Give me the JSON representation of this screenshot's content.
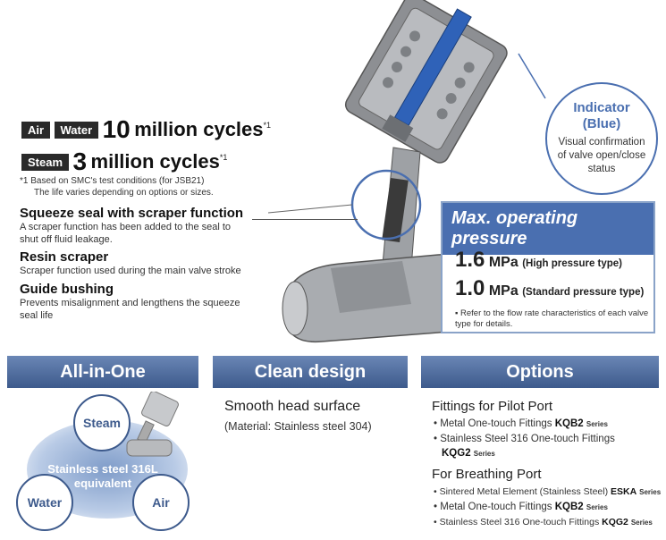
{
  "cycles": {
    "tag_air": "Air",
    "tag_water": "Water",
    "air_water_num": "10",
    "air_water_text": "million cycles",
    "air_water_sup": "*1",
    "tag_steam": "Steam",
    "steam_num": "3",
    "steam_text": "million cycles",
    "steam_sup": "*1",
    "note_line1": "*1  Based on SMC's test conditions (for JSB21)",
    "note_line2": "The life varies depending on options or sizes."
  },
  "features": [
    {
      "title": "Squeeze seal with scraper function",
      "desc1": "A scraper function has been added to the seal to",
      "desc2": "shut off fluid leakage."
    },
    {
      "title": "Resin scraper",
      "desc1": "Scraper function used during the main valve stroke",
      "desc2": ""
    },
    {
      "title": "Guide bushing",
      "desc1": "Prevents misalignment and lengthens the squeeze",
      "desc2": "seal life"
    }
  ],
  "indicator": {
    "title1": "Indicator",
    "title2": "(Blue)",
    "desc1": "Visual confirmation",
    "desc2": "of valve open/close",
    "desc3": "status"
  },
  "pressure": {
    "heading": "Max. operating pressure",
    "high_num": "1.6",
    "high_unit": "MPa",
    "high_desc": "(High pressure type)",
    "std_num": "1.0",
    "std_unit": "MPa",
    "std_desc": "(Standard pressure type)",
    "note": "Refer to the flow rate characteristics of each valve type for details."
  },
  "sections": {
    "allinone": {
      "title": "All-in-One",
      "steam": "Steam",
      "water": "Water",
      "air": "Air",
      "material1": "Stainless steel 316L",
      "material2": "equivalent"
    },
    "clean": {
      "title": "Clean design",
      "line1": "Smooth head surface",
      "line2": "(Material: Stainless steel 304)"
    },
    "options": {
      "title": "Options",
      "pilot_heading": "Fittings for Pilot Port",
      "pilot1_text": "Metal One-touch Fittings",
      "pilot1_model": "KQB2",
      "pilot2_text": "Stainless Steel 316 One-touch Fittings",
      "pilot2_model": "KQG2",
      "series": "Series",
      "breath_heading": "For Breathing Port",
      "breath1_text": "Sintered Metal Element (Stainless Steel)",
      "breath1_model": "ESKA",
      "breath2_text": "Metal One-touch Fittings",
      "breath2_model": "KQB2",
      "breath3_text": "Stainless Steel 316 One-touch Fittings",
      "breath3_model": "KQG2"
    }
  },
  "colors": {
    "accent_blue": "#4a6fb0",
    "band_blue": "#3d5a8c",
    "tag_dark": "#2a2a2a"
  }
}
